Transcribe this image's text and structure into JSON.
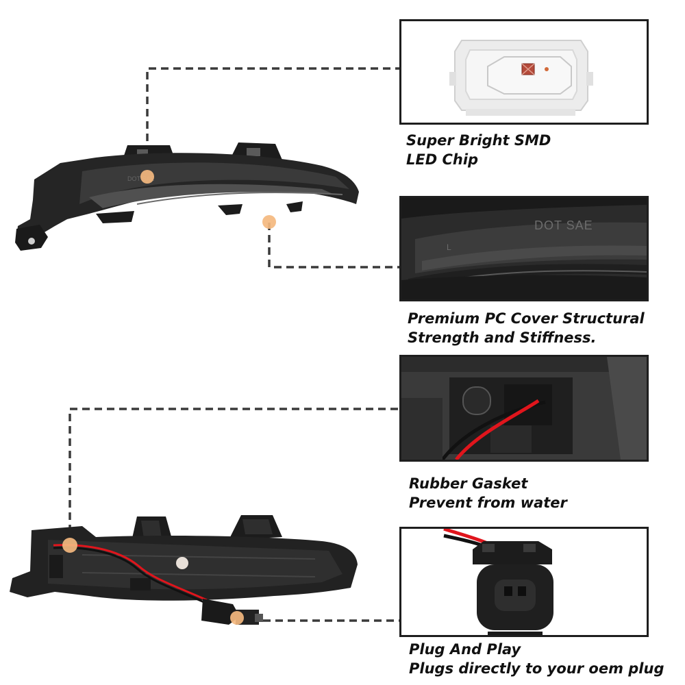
{
  "features": [
    {
      "id": "smd",
      "line1": "Super Bright SMD",
      "line2": "LED Chip"
    },
    {
      "id": "cover",
      "line1": "Premium PC Cover  Structural",
      "line2": "Strength and Stiffness."
    },
    {
      "id": "gasket",
      "line1": "Rubber Gasket",
      "line2": "Prevent from water"
    },
    {
      "id": "plug",
      "line1": "Plug And Play",
      "line2": "Plugs directly to your oem plug"
    }
  ],
  "lens_marking": "DOT SAE",
  "lens_side_mark": "L",
  "colors": {
    "marker": "#f4b97f",
    "leader_line": "#3a3a3a",
    "housing": "#2a2a2a",
    "wire_red": "#e0151c",
    "wire_black": "#111111",
    "panel_border": "#1e1e1e"
  }
}
